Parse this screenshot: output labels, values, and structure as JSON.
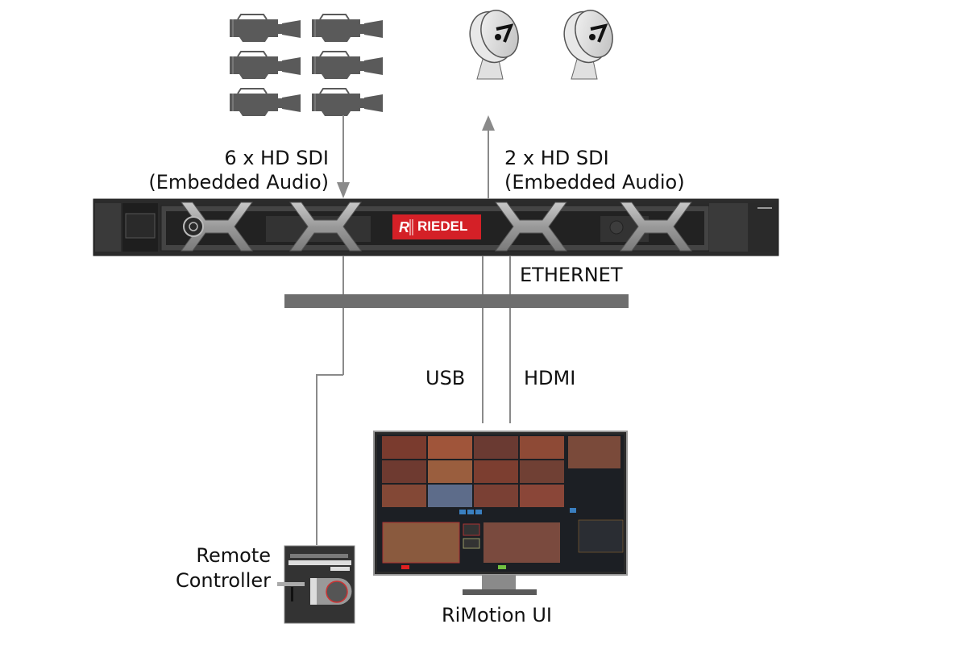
{
  "labels": {
    "input_line1": "6 x HD SDI",
    "input_line2": "(Embedded Audio)",
    "output_line1": "2 x HD SDI",
    "output_line2": "(Embedded Audio)",
    "ethernet": "ETHERNET",
    "usb": "USB",
    "hdmi": "HDMI",
    "remote_line1": "Remote",
    "remote_line2": "Controller",
    "ui": "RiMotion UI"
  },
  "server": {
    "brand": "RIEDEL",
    "brand_color": "#d42027"
  },
  "devices": {
    "camera_count": 6,
    "satellite_count": 2
  },
  "colors": {
    "line": "#8a8a8a",
    "bus": "#6e6e6e",
    "camera": "#5a5a5a"
  }
}
